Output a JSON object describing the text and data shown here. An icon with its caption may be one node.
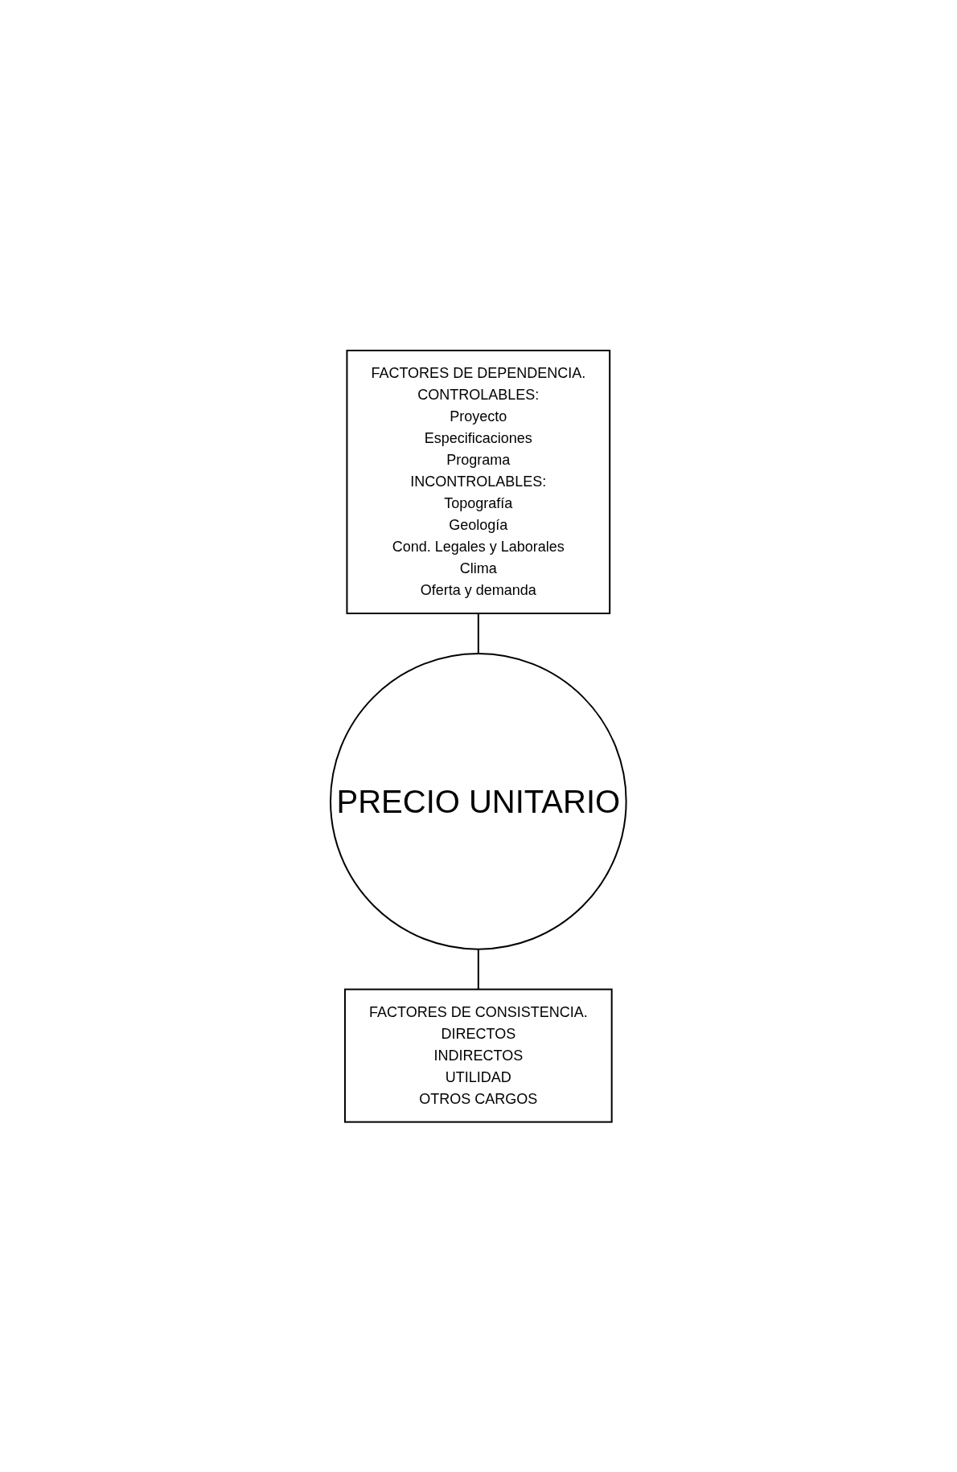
{
  "diagram": {
    "nodes": [
      {
        "text": [
          "FACTORES DE DEPENDENCIA.",
          "CONTROLABLES:",
          "Proyecto",
          "Especificaciones",
          "Programa",
          "INCONTROLABLES:",
          "Topografía",
          "Geología",
          "Cond. Legales y Laborales",
          "Clima",
          "Oferta y demanda"
        ]
      },
      {
        "text": [
          "PRECIO UNITARIO"
        ]
      },
      {
        "text": [
          "FACTORES DE CONSISTENCIA.",
          "DIRECTOS",
          "INDIRECTOS",
          "UTILIDAD",
          "OTROS CARGOS"
        ]
      }
    ],
    "edges": [
      {
        "from": 0,
        "to": 1,
        "arrow": "none"
      },
      {
        "from": 1,
        "to": 2,
        "arrow": "none"
      }
    ]
  }
}
